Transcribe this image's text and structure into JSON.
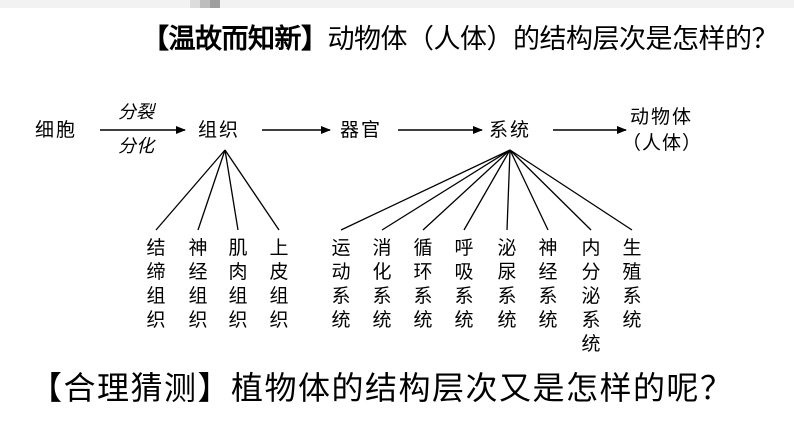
{
  "heading": {
    "bracket": "【温故而知新】",
    "text": "动物体（人体）的结构层次是怎样的？"
  },
  "chain": {
    "cell": "细胞",
    "split_label": "分裂",
    "diff_label": "分化",
    "tissue": "组织",
    "organ": "器官",
    "system": "系统",
    "animal": "动物体",
    "animal_note": "（人体）"
  },
  "tissues": [
    "结缔组织",
    "神经组织",
    "肌肉组织",
    "上皮组织"
  ],
  "systems": [
    "运动系统",
    "消化系统",
    "循环系统",
    "呼吸系统",
    "泌尿系统",
    "神经系统",
    "内分泌系统",
    "生殖系统"
  ],
  "question": "【合理猜测】植物体的结构层次又是怎样的呢？",
  "colors": {
    "text": "#000000",
    "background": "#ffffff"
  }
}
